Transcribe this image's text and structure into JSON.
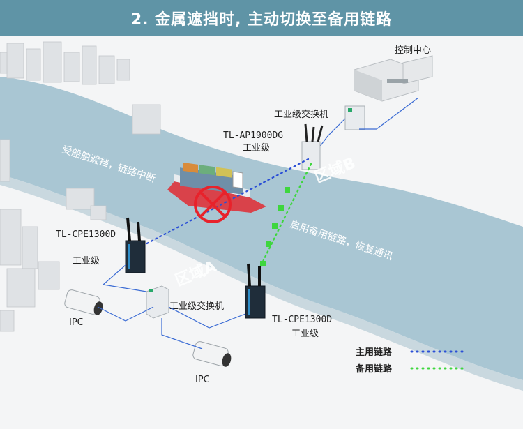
{
  "header": {
    "title": "2. 金属遮挡时, 主动切换至备用链路"
  },
  "labels": {
    "control_center": "控制中心",
    "switch_top": "工业级交换机",
    "ap_model": "TL-AP1900DG",
    "ap_grade": "工业级",
    "blocked_note": "受船舶遮挡，链路中断",
    "backup_note": "启用备用链路，恢复通讯",
    "zone_b": "区域B",
    "zone_a": "区域A",
    "cpe_left_model": "TL-CPE1300D",
    "cpe_left_grade": "工业级",
    "switch_bottom": "工业级交换机",
    "cpe_right_model": "TL-CPE1300D",
    "cpe_right_grade": "工业级",
    "ipc_left": "IPC",
    "ipc_right": "IPC"
  },
  "legend": {
    "primary_label": "主用链路",
    "backup_label": "备用链路"
  },
  "colors": {
    "header_bg": "#5f94a6",
    "river": "#a9c6d3",
    "primary_link": "#2b4fd6",
    "backup_link": "#3ed63e",
    "block_mark": "#e8222b",
    "ship_hull": "#d9424a"
  }
}
